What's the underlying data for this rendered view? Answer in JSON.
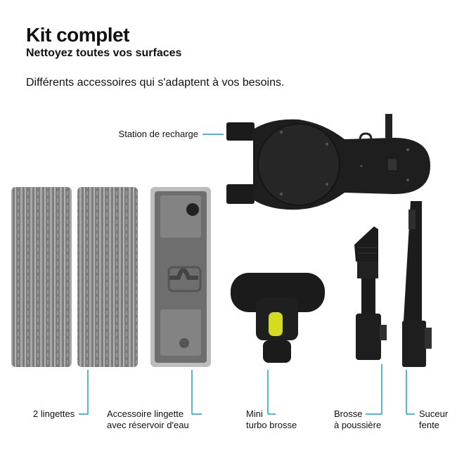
{
  "header": {
    "title": "Kit complet",
    "subtitle": "Nettoyez toutes vos surfaces",
    "intro": "Différents accessoires qui s'adaptent à vos besoins."
  },
  "labels": {
    "station": "Station de recharge",
    "wipes": "2 lingettes",
    "mop_line1": "Accessoire lingette",
    "mop_line2": "avec réservoir d'eau",
    "turbo_line1": "Mini",
    "turbo_line2": "turbo brosse",
    "dust_line1": "Brosse",
    "dust_line2": "à poussière",
    "crevice_line1": "Suceur",
    "crevice_line2": "fente"
  },
  "colors": {
    "accent": "#1a9fc0",
    "dark_plastic": "#1b1b1b",
    "pad_gray": "#8a8a8a",
    "yellow_button": "#d4dc1f"
  }
}
